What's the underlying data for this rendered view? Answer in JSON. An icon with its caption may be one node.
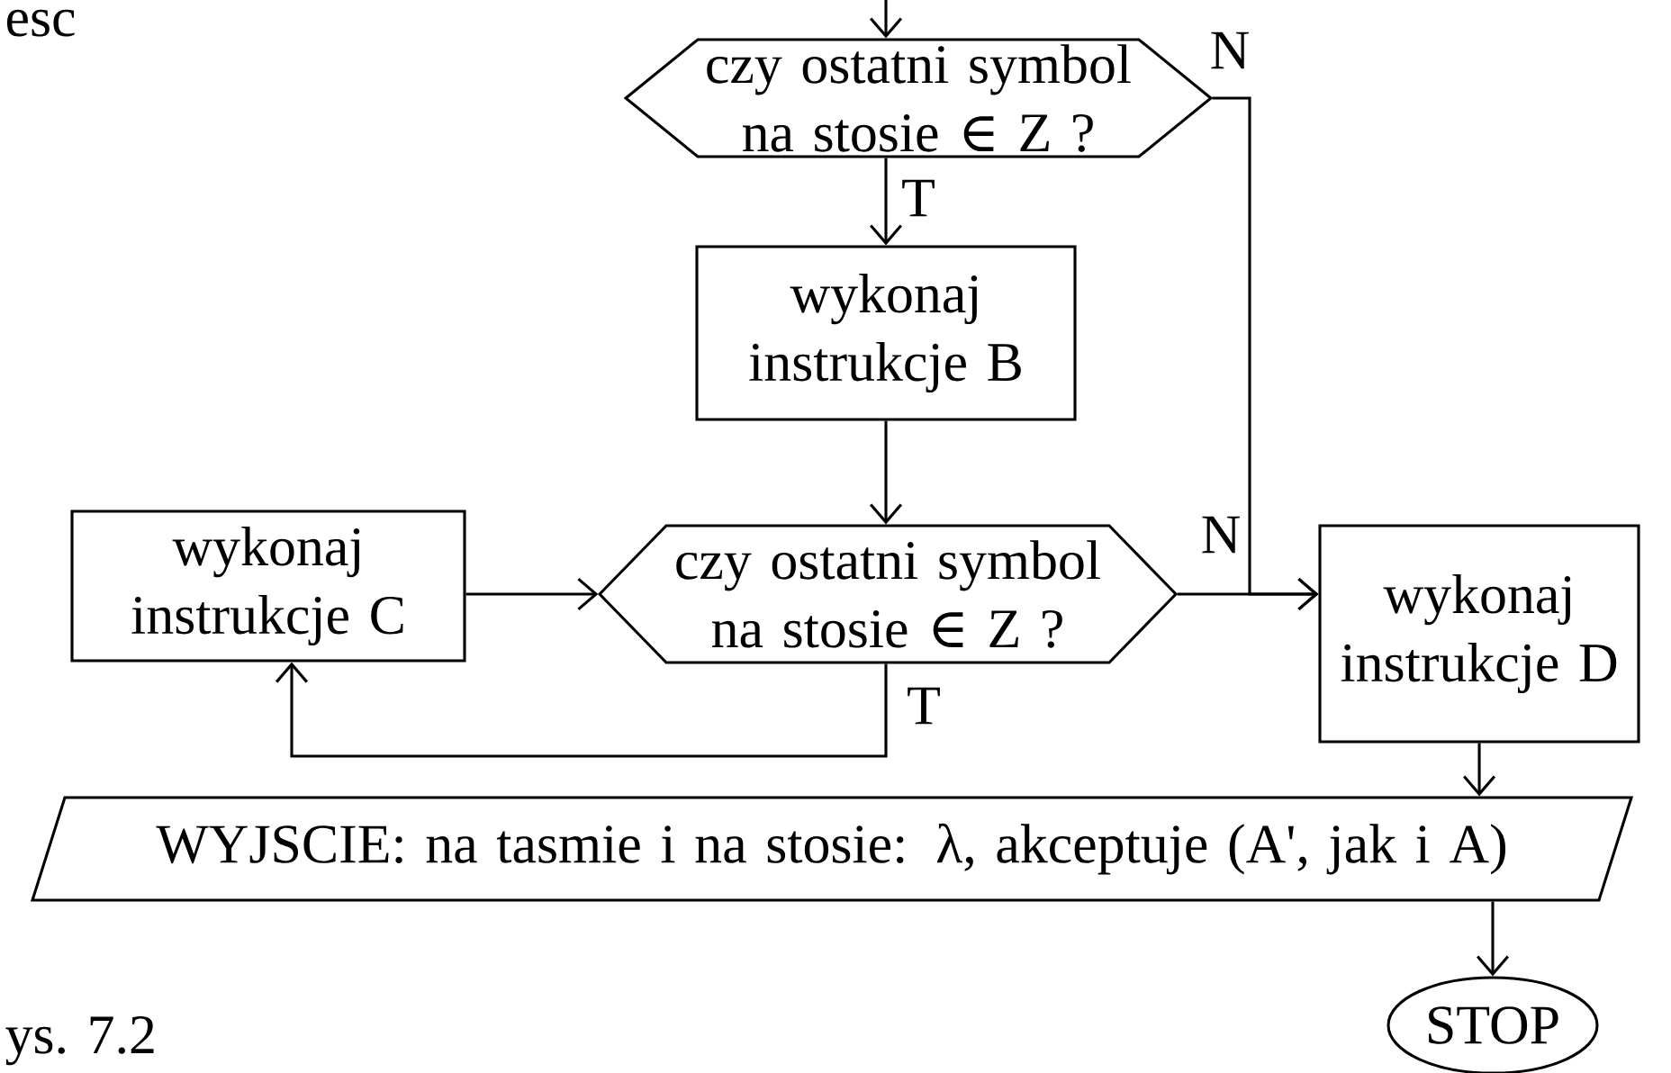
{
  "diagram": {
    "nodes": [
      {
        "text": [
          "czy ostatni symbol na stosie ∈ Z ?"
        ]
      },
      {
        "text": [
          "wykonaj instrukcje B"
        ]
      },
      {
        "text": [
          "wykonaj instrukcje C"
        ]
      },
      {
        "text": [
          "czy ostatni symbol na stosie ∈ Z ?"
        ]
      },
      {
        "text": [
          "wykonaj instrukcje D"
        ]
      },
      {
        "text": [
          "WYJSCIE: na tasmie i na stosie: λ, akceptuje (A', jak i A)"
        ]
      },
      {
        "text": [
          "STOP"
        ]
      }
    ],
    "edges": [
      {
        "from": null,
        "to": 0,
        "arrow": "to"
      },
      {
        "from": 0,
        "to": 1,
        "arrow": "to",
        "label": "T"
      },
      {
        "from": 0,
        "to": 4,
        "arrow": "to",
        "label": "N"
      },
      {
        "from": 1,
        "to": 3,
        "arrow": "to"
      },
      {
        "from": 2,
        "to": 3,
        "arrow": "to"
      },
      {
        "from": 3,
        "to": 4,
        "arrow": "to",
        "label": "N"
      },
      {
        "from": 3,
        "to": 2,
        "arrow": "to",
        "label": "T"
      },
      {
        "from": 4,
        "to": 5,
        "arrow": "to"
      },
      {
        "from": 5,
        "to": 6,
        "arrow": "to"
      }
    ],
    "labels": [
      "esc",
      "ys. 7.2"
    ]
  }
}
